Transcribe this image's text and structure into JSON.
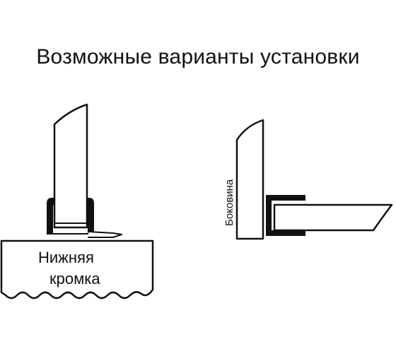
{
  "title": "Возможные варианты установки",
  "bottom_edge_label": {
    "line1": "Нижняя",
    "line2": "кромка"
  },
  "side_label": "Боковина",
  "colors": {
    "line": "#111111",
    "background": "#ffffff"
  }
}
